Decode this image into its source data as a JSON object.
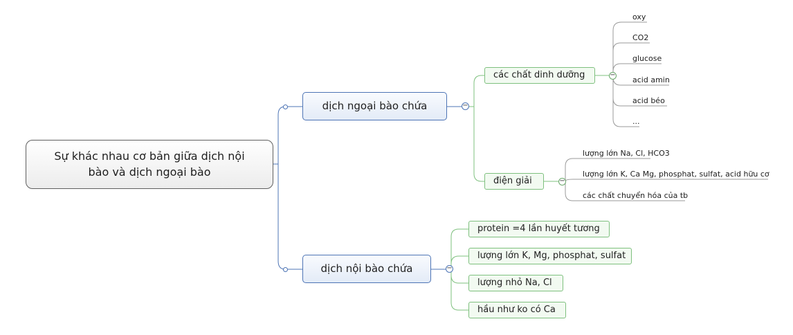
{
  "central": {
    "line1": "Sự khác nhau cơ bản giữa dịch nội",
    "line2": "bào và dịch ngoại bào"
  },
  "branches": {
    "ngoai": {
      "label": "dịch ngoại bào chứa",
      "nutrients": {
        "label": "các chất dinh dưỡng",
        "items": [
          "oxy",
          "CO2",
          "glucose",
          "acid amin",
          "acid béo",
          "..."
        ]
      },
      "electrolytes": {
        "label": "điện giải",
        "items": [
          "lượng lớn Na, Cl, HCO3",
          "lượng lớn K, Ca Mg, phosphat, sulfat, acid hữu cơ",
          "các chất chuyển hóa của tb"
        ]
      }
    },
    "noi": {
      "label": "dịch nội bào chứa",
      "items": [
        "protein =4 lần huyết tương",
        "lượng lớn K, Mg, phosphat, sulfat",
        "lượng nhỏ Na, Cl",
        "hầu như ko có Ca"
      ]
    }
  },
  "colors": {
    "main_border": "#4d74b5",
    "sub_border": "#7ec07e",
    "leaf_line": "#9a9a9a",
    "green_line": "#7ec07e"
  },
  "icons": {
    "collapse": "minus-circle-icon",
    "attach": "connector-dot-icon"
  }
}
